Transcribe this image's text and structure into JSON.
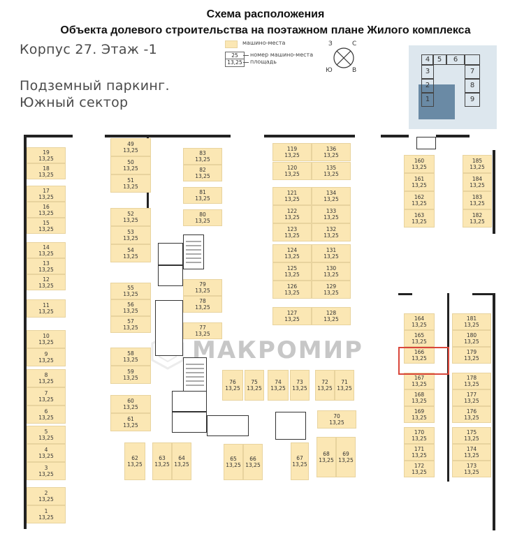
{
  "title": {
    "line1": "Схема расположения",
    "line2": "Объекта долевого строительства на поэтажном плане Жилого комплекса"
  },
  "building_label": "Корпус 27. Этаж -1",
  "section_label_1": "Подземный паркинг.",
  "section_label_2": "Южный сектор",
  "legend": {
    "parking_label": "машино-места",
    "number_sample": "25",
    "number_label": "номер машино-места",
    "area_sample": "13,25",
    "area_label": "площадь"
  },
  "compass": {
    "n": "С",
    "s": "Ю",
    "w": "З",
    "e": "В"
  },
  "key_plan": {
    "labels": [
      "1",
      "2",
      "3",
      "4",
      "5",
      "6",
      "7",
      "8",
      "9"
    ]
  },
  "watermark": "МАКРОМИР",
  "highlighted_space": "166",
  "spaces": [
    {
      "n": "19",
      "a": "13,25"
    },
    {
      "n": "18",
      "a": "13,25"
    },
    {
      "n": "17",
      "a": "13,25"
    },
    {
      "n": "16",
      "a": "13,25"
    },
    {
      "n": "15",
      "a": "13,25"
    },
    {
      "n": "14",
      "a": "13,25"
    },
    {
      "n": "13",
      "a": "13,25"
    },
    {
      "n": "12",
      "a": "13,25"
    },
    {
      "n": "11",
      "a": "13,25"
    },
    {
      "n": "10",
      "a": "13,25"
    },
    {
      "n": "9",
      "a": "13,25"
    },
    {
      "n": "8",
      "a": "13,25"
    },
    {
      "n": "7",
      "a": "13,25"
    },
    {
      "n": "6",
      "a": "13,25"
    },
    {
      "n": "5",
      "a": "13,25"
    },
    {
      "n": "4",
      "a": "13,25"
    },
    {
      "n": "3",
      "a": "13,25"
    },
    {
      "n": "2",
      "a": "13,25"
    },
    {
      "n": "1",
      "a": "13,25"
    },
    {
      "n": "49",
      "a": "13,25"
    },
    {
      "n": "50",
      "a": "13,25"
    },
    {
      "n": "51",
      "a": "13,25"
    },
    {
      "n": "52",
      "a": "13,25"
    },
    {
      "n": "53",
      "a": "13,25"
    },
    {
      "n": "54",
      "a": "13,25"
    },
    {
      "n": "55",
      "a": "13,25"
    },
    {
      "n": "56",
      "a": "13,25"
    },
    {
      "n": "57",
      "a": "13,25"
    },
    {
      "n": "58",
      "a": "13,25"
    },
    {
      "n": "59",
      "a": "13,25"
    },
    {
      "n": "60",
      "a": "13,25"
    },
    {
      "n": "61",
      "a": "13,25"
    },
    {
      "n": "83",
      "a": "13,25"
    },
    {
      "n": "82",
      "a": "13,25"
    },
    {
      "n": "81",
      "a": "13,25"
    },
    {
      "n": "80",
      "a": "13,25"
    },
    {
      "n": "79",
      "a": "13,25"
    },
    {
      "n": "78",
      "a": "13,25"
    },
    {
      "n": "77",
      "a": "13,25"
    },
    {
      "n": "62",
      "a": "13,25"
    },
    {
      "n": "63",
      "a": "13,25"
    },
    {
      "n": "64",
      "a": "13,25"
    },
    {
      "n": "119",
      "a": "13,25"
    },
    {
      "n": "136",
      "a": "13,25"
    },
    {
      "n": "120",
      "a": "13,25"
    },
    {
      "n": "135",
      "a": "13,25"
    },
    {
      "n": "121",
      "a": "13,25"
    },
    {
      "n": "134",
      "a": "13,25"
    },
    {
      "n": "122",
      "a": "13,25"
    },
    {
      "n": "133",
      "a": "13,25"
    },
    {
      "n": "123",
      "a": "13,25"
    },
    {
      "n": "132",
      "a": "13,25"
    },
    {
      "n": "124",
      "a": "13,25"
    },
    {
      "n": "131",
      "a": "13,25"
    },
    {
      "n": "125",
      "a": "13,25"
    },
    {
      "n": "130",
      "a": "13,25"
    },
    {
      "n": "126",
      "a": "13,25"
    },
    {
      "n": "129",
      "a": "13,25"
    },
    {
      "n": "127",
      "a": "13,25"
    },
    {
      "n": "128",
      "a": "13,25"
    },
    {
      "n": "76",
      "a": "13,25"
    },
    {
      "n": "75",
      "a": "13,25"
    },
    {
      "n": "74",
      "a": "13,25"
    },
    {
      "n": "73",
      "a": "13,25"
    },
    {
      "n": "72",
      "a": "13,25"
    },
    {
      "n": "71",
      "a": "13,25"
    },
    {
      "n": "70",
      "a": "13,25"
    },
    {
      "n": "65",
      "a": "13,25"
    },
    {
      "n": "66",
      "a": "13,25"
    },
    {
      "n": "67",
      "a": "13,25"
    },
    {
      "n": "68",
      "a": "13,25"
    },
    {
      "n": "69",
      "a": "13,25"
    },
    {
      "n": "160",
      "a": "13,25"
    },
    {
      "n": "161",
      "a": "13,25"
    },
    {
      "n": "162",
      "a": "13,25"
    },
    {
      "n": "163",
      "a": "13,25"
    },
    {
      "n": "185",
      "a": "13,25"
    },
    {
      "n": "184",
      "a": "13,25"
    },
    {
      "n": "183",
      "a": "13,25"
    },
    {
      "n": "182",
      "a": "13,25"
    },
    {
      "n": "164",
      "a": "13,25"
    },
    {
      "n": "165",
      "a": "13,25"
    },
    {
      "n": "166",
      "a": "13,25"
    },
    {
      "n": "167",
      "a": "13,25"
    },
    {
      "n": "168",
      "a": "13,25"
    },
    {
      "n": "169",
      "a": "13,25"
    },
    {
      "n": "170",
      "a": "13,25"
    },
    {
      "n": "171",
      "a": "13,25"
    },
    {
      "n": "172",
      "a": "13,25"
    },
    {
      "n": "181",
      "a": "13,25"
    },
    {
      "n": "180",
      "a": "13,25"
    },
    {
      "n": "179",
      "a": "13,25"
    },
    {
      "n": "178",
      "a": "13,25"
    },
    {
      "n": "177",
      "a": "13,25"
    },
    {
      "n": "176",
      "a": "13,25"
    },
    {
      "n": "175",
      "a": "13,25"
    },
    {
      "n": "174",
      "a": "13,25"
    },
    {
      "n": "173",
      "a": "13,25"
    }
  ]
}
